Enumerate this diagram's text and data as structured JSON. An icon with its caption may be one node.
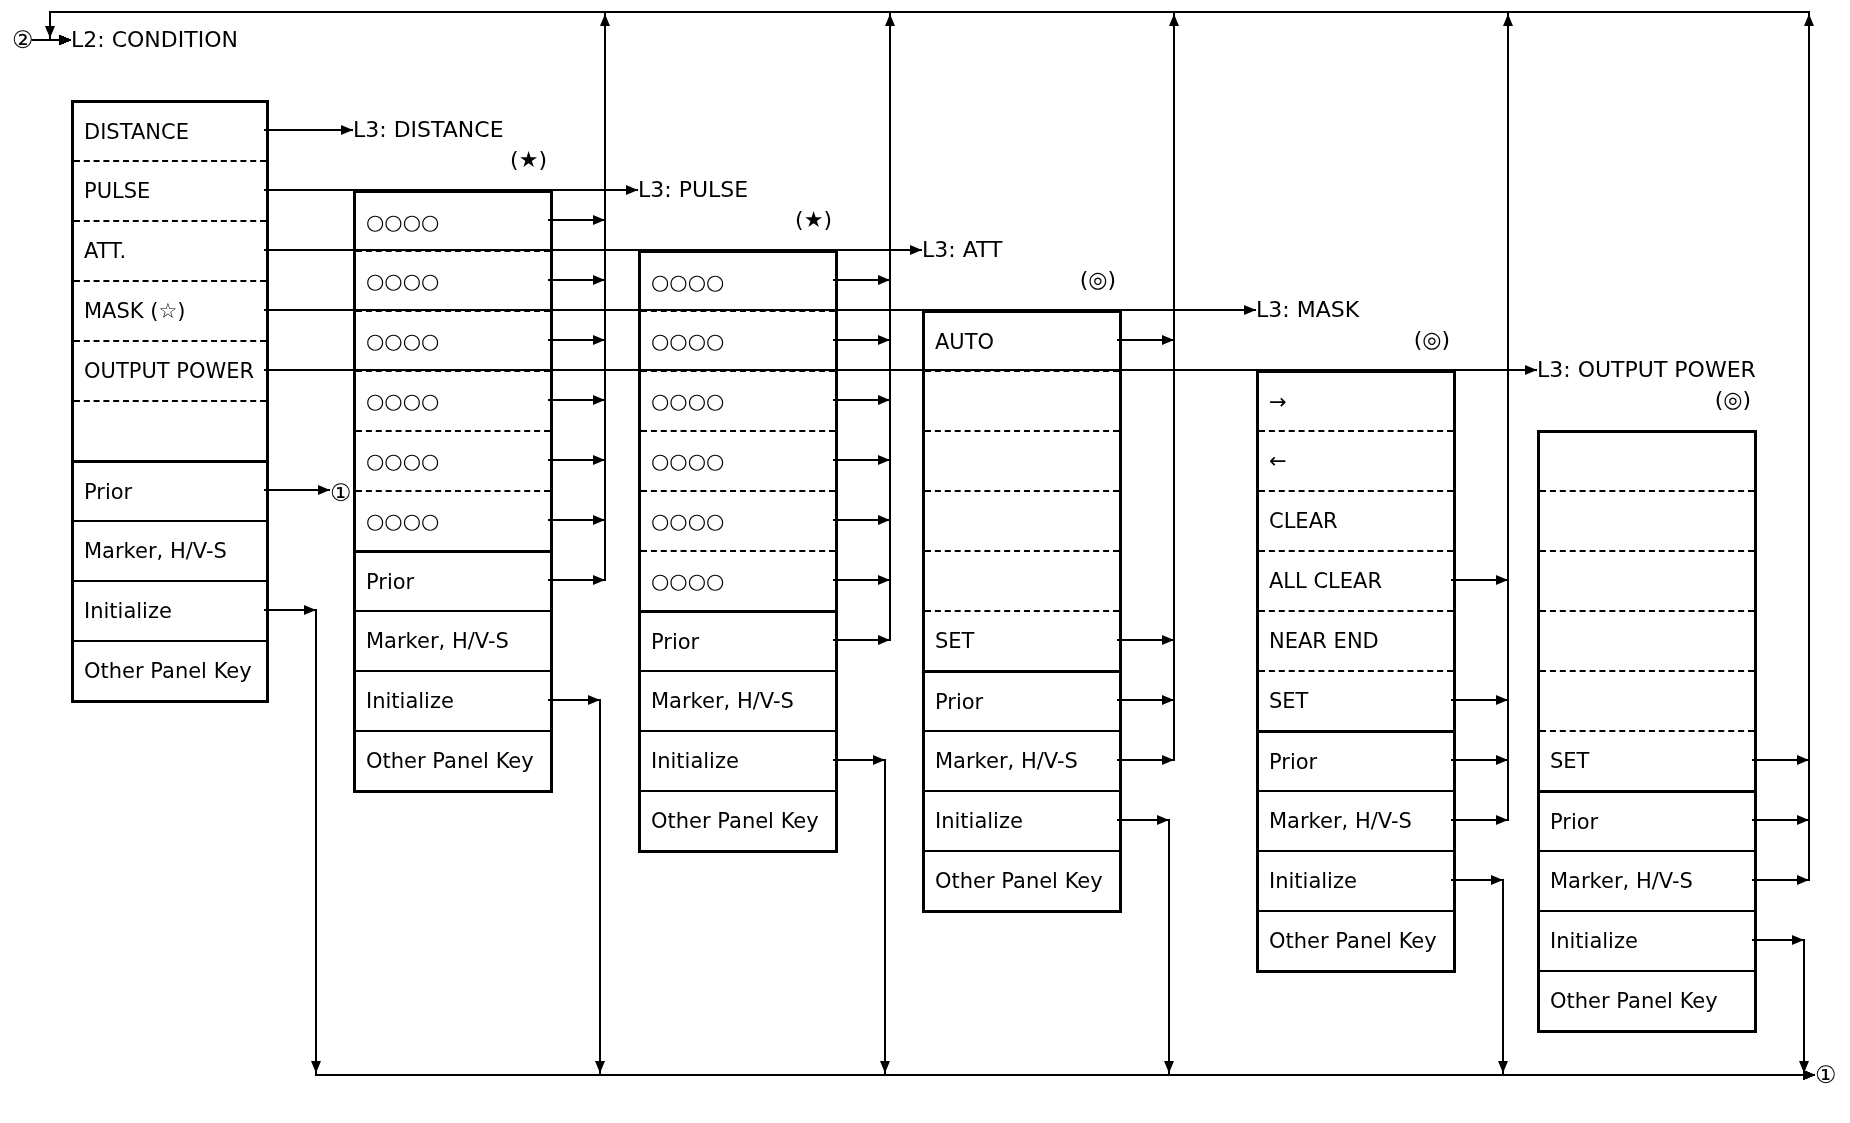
{
  "diagram": {
    "nodes": [
      {
        "text": [
          "L2: CONDITION"
        ]
      },
      {
        "text": [
          "DISTANCE"
        ],
        "in": 0
      },
      {
        "text": [
          "PULSE"
        ],
        "in": 0
      },
      {
        "text": [
          "ATT."
        ],
        "in": 0
      },
      {
        "text": [
          "MASK (☆)"
        ],
        "in": 0
      },
      {
        "text": [
          "OUTPUT POWER"
        ],
        "in": 0
      },
      {
        "text": [],
        "shape": "box",
        "in": 0
      },
      {
        "text": [
          "Prior"
        ],
        "in": 0
      },
      {
        "text": [
          "Marker, H/V-S"
        ],
        "in": 0
      },
      {
        "text": [
          "Initialize"
        ],
        "in": 0
      },
      {
        "text": [
          "Other Panel Key"
        ],
        "in": 0
      },
      {
        "text": [
          "L3: DISTANCE",
          "(★)"
        ]
      },
      {
        "text": [
          "○○○○"
        ],
        "in": 11
      },
      {
        "text": [
          "○○○○"
        ],
        "in": 11
      },
      {
        "text": [
          "○○○○"
        ],
        "in": 11
      },
      {
        "text": [
          "○○○○"
        ],
        "in": 11
      },
      {
        "text": [
          "○○○○"
        ],
        "in": 11
      },
      {
        "text": [
          "○○○○"
        ],
        "in": 11
      },
      {
        "text": [
          "Prior"
        ],
        "in": 11
      },
      {
        "text": [
          "Marker, H/V-S"
        ],
        "in": 11
      },
      {
        "text": [
          "Initialize"
        ],
        "in": 11
      },
      {
        "text": [
          "Other Panel Key"
        ],
        "in": 11
      },
      {
        "text": [
          "L3: PULSE",
          "(★)"
        ]
      },
      {
        "text": [
          "○○○○"
        ],
        "in": 22
      },
      {
        "text": [
          "○○○○"
        ],
        "in": 22
      },
      {
        "text": [
          "○○○○"
        ],
        "in": 22
      },
      {
        "text": [
          "○○○○"
        ],
        "in": 22
      },
      {
        "text": [
          "○○○○"
        ],
        "in": 22
      },
      {
        "text": [
          "○○○○"
        ],
        "in": 22
      },
      {
        "text": [
          "Prior"
        ],
        "in": 22
      },
      {
        "text": [
          "Marker, H/V-S"
        ],
        "in": 22
      },
      {
        "text": [
          "Initialize"
        ],
        "in": 22
      },
      {
        "text": [
          "Other Panel Key"
        ],
        "in": 22
      },
      {
        "text": [
          "L3: ATT",
          "(◎)"
        ]
      },
      {
        "text": [
          "AUTO"
        ],
        "in": 33
      },
      {
        "text": [],
        "shape": "box",
        "in": 33
      },
      {
        "text": [],
        "shape": "box",
        "in": 33
      },
      {
        "text": [],
        "shape": "box",
        "in": 33
      },
      {
        "text": [],
        "shape": "box",
        "in": 33
      },
      {
        "text": [
          "SET"
        ],
        "in": 33
      },
      {
        "text": [
          "Prior"
        ],
        "in": 33
      },
      {
        "text": [
          "Marker, H/V-S"
        ],
        "in": 33
      },
      {
        "text": [
          "Initialize"
        ],
        "in": 33
      },
      {
        "text": [
          "Other Panel Key"
        ],
        "in": 33
      },
      {
        "text": [
          "L3: MASK",
          "(◎)"
        ]
      },
      {
        "text": [
          "→"
        ],
        "in": 44
      },
      {
        "text": [
          "←"
        ],
        "in": 44
      },
      {
        "text": [
          "CLEAR"
        ],
        "in": 44
      },
      {
        "text": [
          "ALL CLEAR"
        ],
        "in": 44
      },
      {
        "text": [
          "NEAR END"
        ],
        "in": 44
      },
      {
        "text": [
          "SET"
        ],
        "in": 44
      },
      {
        "text": [
          "Prior"
        ],
        "in": 44
      },
      {
        "text": [
          "Marker, H/V-S"
        ],
        "in": 44
      },
      {
        "text": [
          "Initialize"
        ],
        "in": 44
      },
      {
        "text": [
          "Other Panel Key"
        ],
        "in": 44
      },
      {
        "text": [
          "L3: OUTPUT POWER",
          "(◎)"
        ]
      },
      {
        "text": [],
        "shape": "box",
        "in": 55
      },
      {
        "text": [],
        "shape": "box",
        "in": 55
      },
      {
        "text": [],
        "shape": "box",
        "in": 55
      },
      {
        "text": [],
        "shape": "box",
        "in": 55
      },
      {
        "text": [],
        "shape": "box",
        "in": 55
      },
      {
        "text": [
          "SET"
        ],
        "in": 55
      },
      {
        "text": [
          "Prior"
        ],
        "in": 55
      },
      {
        "text": [
          "Marker, H/V-S"
        ],
        "in": 55
      },
      {
        "text": [
          "Initialize"
        ],
        "in": 55
      },
      {
        "text": [
          "Other Panel Key"
        ],
        "in": 55
      },
      {
        "text": [
          "①"
        ]
      },
      {
        "text": [
          "②"
        ]
      },
      {
        "text": [
          "①"
        ]
      }
    ],
    "edges": [
      {
        "from": 1,
        "to": 11,
        "arrow": "to"
      },
      {
        "from": 2,
        "to": 22,
        "arrow": "to"
      },
      {
        "from": 3,
        "to": 33,
        "arrow": "to"
      },
      {
        "from": 4,
        "to": 44,
        "arrow": "to"
      },
      {
        "from": 5,
        "to": 55,
        "arrow": "to"
      },
      {
        "from": 7,
        "to": 66,
        "arrow": "to"
      },
      {
        "from": 67,
        "to": 0,
        "arrow": "to"
      },
      {
        "from": 12,
        "to": 0,
        "arrow": "to"
      },
      {
        "from": 13,
        "to": 0,
        "arrow": "to"
      },
      {
        "from": 14,
        "to": 0,
        "arrow": "to"
      },
      {
        "from": 15,
        "to": 0,
        "arrow": "to"
      },
      {
        "from": 16,
        "to": 0,
        "arrow": "to"
      },
      {
        "from": 17,
        "to": 0,
        "arrow": "to"
      },
      {
        "from": 18,
        "to": 0,
        "arrow": "to"
      },
      {
        "from": 23,
        "to": 0,
        "arrow": "to"
      },
      {
        "from": 24,
        "to": 0,
        "arrow": "to"
      },
      {
        "from": 25,
        "to": 0,
        "arrow": "to"
      },
      {
        "from": 26,
        "to": 0,
        "arrow": "to"
      },
      {
        "from": 27,
        "to": 0,
        "arrow": "to"
      },
      {
        "from": 28,
        "to": 0,
        "arrow": "to"
      },
      {
        "from": 29,
        "to": 0,
        "arrow": "to"
      },
      {
        "from": 34,
        "to": 0,
        "arrow": "to"
      },
      {
        "from": 39,
        "to": 0,
        "arrow": "to"
      },
      {
        "from": 40,
        "to": 0,
        "arrow": "to"
      },
      {
        "from": 41,
        "to": 0,
        "arrow": "to"
      },
      {
        "from": 48,
        "to": 0,
        "arrow": "to"
      },
      {
        "from": 50,
        "to": 0,
        "arrow": "to"
      },
      {
        "from": 51,
        "to": 0,
        "arrow": "to"
      },
      {
        "from": 52,
        "to": 0,
        "arrow": "to"
      },
      {
        "from": 61,
        "to": 0,
        "arrow": "to"
      },
      {
        "from": 62,
        "to": 0,
        "arrow": "to"
      },
      {
        "from": 63,
        "to": 0,
        "arrow": "to"
      },
      {
        "from": 9,
        "to": 68,
        "arrow": "to"
      },
      {
        "from": 20,
        "to": 68,
        "arrow": "to"
      },
      {
        "from": 31,
        "to": 68,
        "arrow": "to"
      },
      {
        "from": 42,
        "to": 68,
        "arrow": "to"
      },
      {
        "from": 53,
        "to": 68,
        "arrow": "to"
      },
      {
        "from": 64,
        "to": 68,
        "arrow": "to"
      }
    ]
  }
}
